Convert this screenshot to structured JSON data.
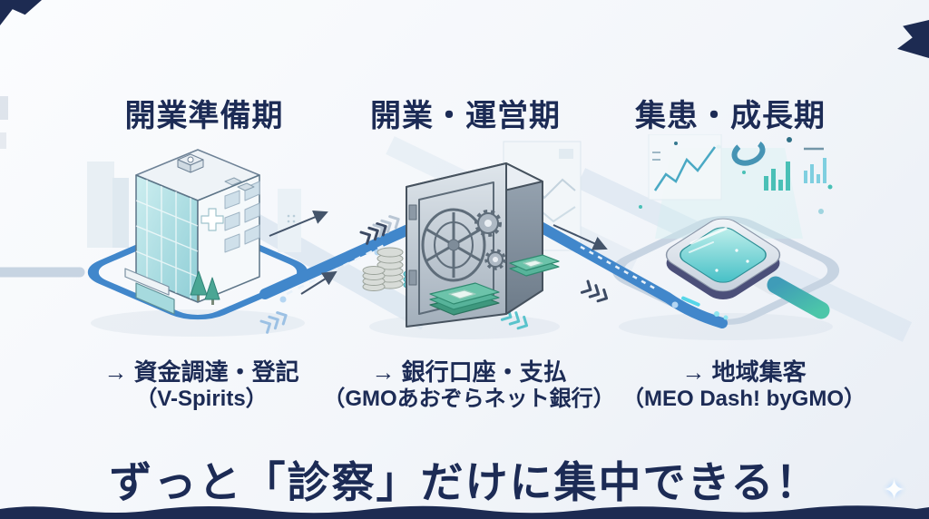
{
  "stages": [
    {
      "title": "開業準備期",
      "caption": "→ 資金調達・登記",
      "subcaption": "（V-Spirits）",
      "illustration": "clinic-building"
    },
    {
      "title": "開業・運営期",
      "caption": "→ 銀行口座・支払",
      "subcaption": "（GMOあおぞらネット銀行）",
      "illustration": "bank-safe"
    },
    {
      "title": "集患・成長期",
      "caption": "→ 地域集客",
      "subcaption": "（MEO Dash! byGMO）",
      "illustration": "magnifier-analytics"
    }
  ],
  "headline": "ずっと「診察」だけに集中できる！",
  "icons": {
    "sparkle": "✦"
  },
  "colors": {
    "navy": "#1c2b55",
    "road_blue": "#4187cb",
    "pale_road": "#c7d4e2",
    "teal": "#49c0b6",
    "background": "#f3f6fa"
  }
}
